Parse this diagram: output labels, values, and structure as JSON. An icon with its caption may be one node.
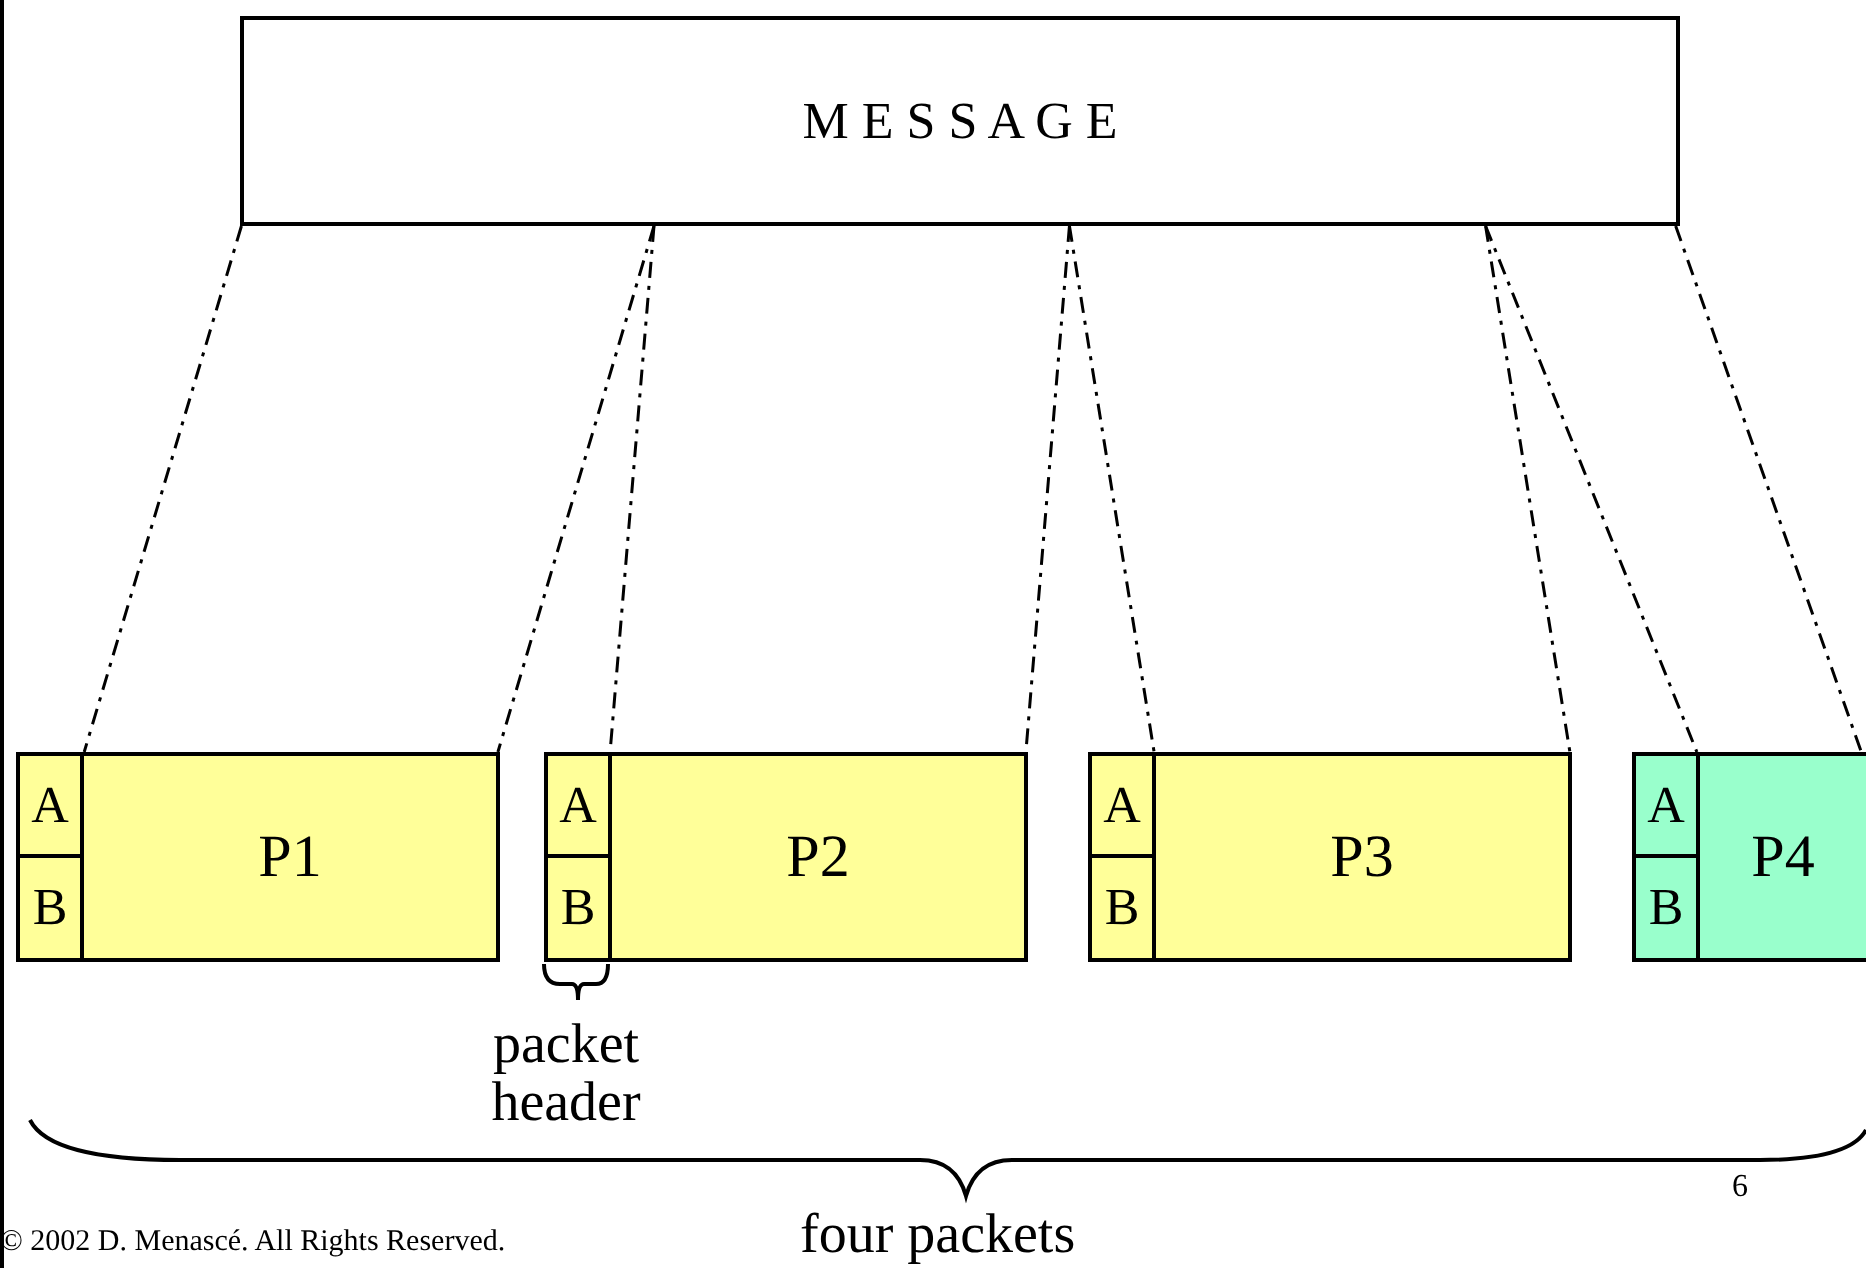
{
  "diagram": {
    "nodes": [
      {
        "text": [
          "M E S S A G E"
        ]
      },
      {
        "text": [
          "A"
        ]
      },
      {
        "text": [
          "B"
        ]
      },
      {
        "text": [
          "P1"
        ]
      },
      {
        "text": [
          "A"
        ]
      },
      {
        "text": [
          "B"
        ]
      },
      {
        "text": [
          "P2"
        ]
      },
      {
        "text": [
          "A"
        ]
      },
      {
        "text": [
          "B"
        ]
      },
      {
        "text": [
          "P3"
        ]
      },
      {
        "text": [
          "A"
        ]
      },
      {
        "text": [
          "B"
        ]
      },
      {
        "text": [
          "P4"
        ]
      }
    ],
    "edges": [
      {
        "from": 0,
        "to": 3,
        "arrow": "none",
        "style": "dashed"
      },
      {
        "from": 0,
        "to": 3,
        "arrow": "none",
        "style": "dashed"
      },
      {
        "from": 0,
        "to": 6,
        "arrow": "none",
        "style": "dashed"
      },
      {
        "from": 0,
        "to": 6,
        "arrow": "none",
        "style": "dashed"
      },
      {
        "from": 0,
        "to": 9,
        "arrow": "none",
        "style": "dashed"
      },
      {
        "from": 0,
        "to": 9,
        "arrow": "none",
        "style": "dashed"
      },
      {
        "from": 0,
        "to": 12,
        "arrow": "none",
        "style": "dashed"
      },
      {
        "from": 0,
        "to": 12,
        "arrow": "none",
        "style": "dashed"
      }
    ],
    "labels": [
      "packet header",
      "6",
      "four packets",
      "© 2002 D. Menascé. All Rights Reserved."
    ]
  }
}
